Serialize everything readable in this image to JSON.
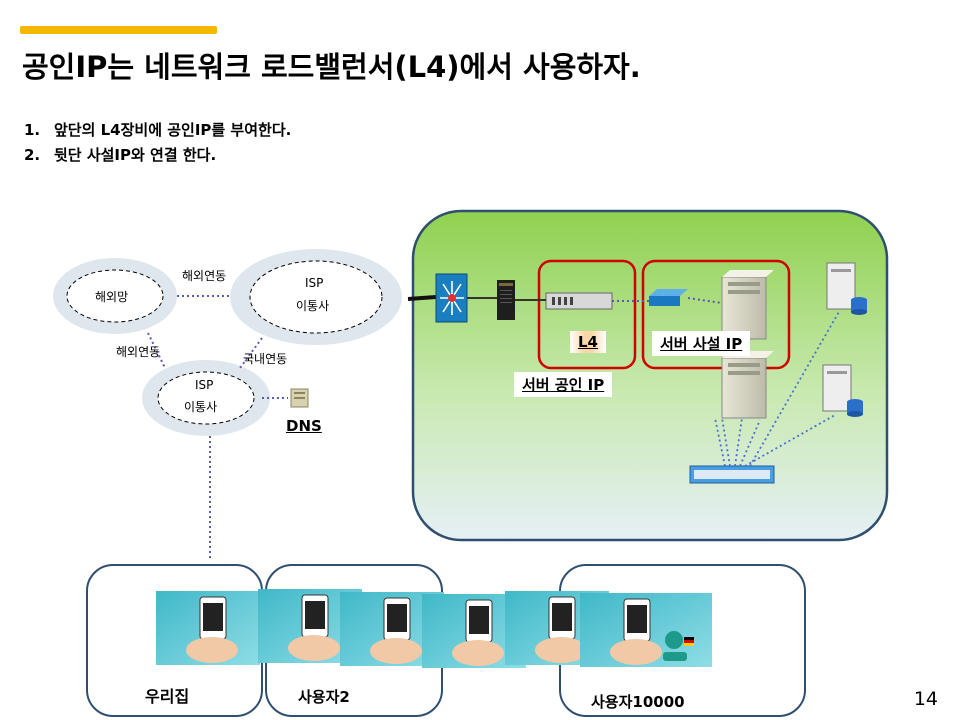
{
  "slide": {
    "title": "공인IP는 네트워크 로드밸런서(L4)에서 사용하자.",
    "steps": [
      {
        "num": "1.",
        "text": "앞단의 L4장비에 공인IP를 부여한다."
      },
      {
        "num": "2.",
        "text": "뒷단 사설IP와 연결 한다."
      }
    ],
    "page_number": "14",
    "accent_color": "#f5b800"
  },
  "network": {
    "overseas_net": "해외망",
    "isp_top": {
      "line1": "ISP",
      "line2": "이통사"
    },
    "isp_bottom": {
      "line1": "ISP",
      "line2": "이통사"
    },
    "link_overseas_top": "해외연동",
    "link_overseas_left": "해외연동",
    "link_domestic": "국내연동",
    "dns": "DNS"
  },
  "datacenter": {
    "l4_label": "L4",
    "private_ip_label": "서버 사설 IP",
    "public_ip_label": "서버 공인 IP",
    "zone_color": "#8fd14f",
    "highlight_color": "#d00000"
  },
  "users": {
    "home": "우리집",
    "user2": "사용자2",
    "user10000": "사용자10000"
  }
}
